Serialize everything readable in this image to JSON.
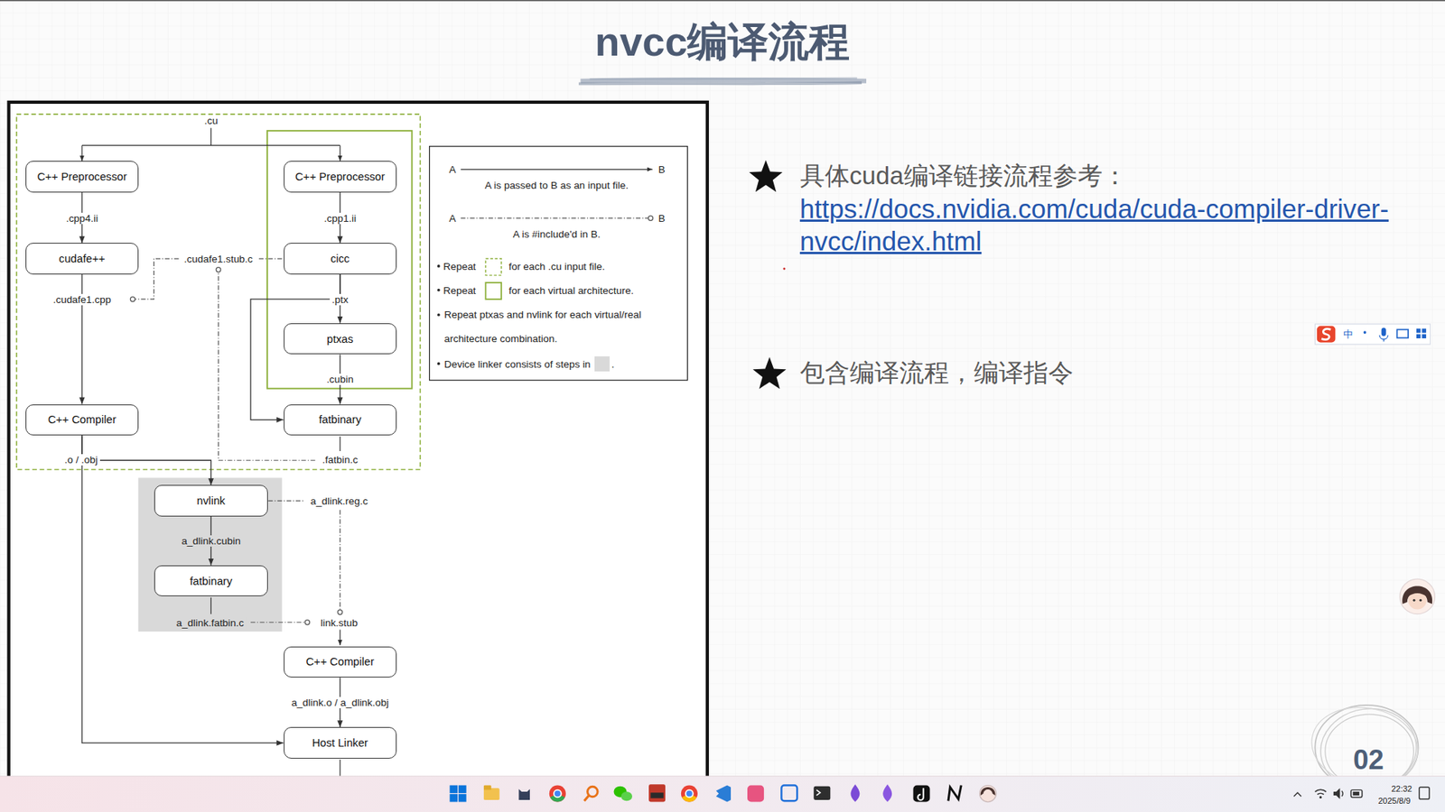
{
  "diagram": {
    "title": "nvcc编译流程",
    "nodes": [
      {
        "text": [
          "C++ Preprocessor"
        ]
      },
      {
        "text": [
          "C++ Preprocessor"
        ]
      },
      {
        "text": [
          "cudafe++"
        ]
      },
      {
        "text": [
          "cicc"
        ]
      },
      {
        "text": [
          "ptxas"
        ]
      },
      {
        "text": [
          "C++ Compiler"
        ]
      },
      {
        "text": [
          "fatbinary"
        ]
      },
      {
        "text": [
          "nvlink"
        ]
      },
      {
        "text": [
          "fatbinary"
        ]
      },
      {
        "text": [
          "C++ Compiler"
        ]
      },
      {
        "text": [
          "Host Linker"
        ]
      }
    ],
    "edges": [
      {
        "from": 0,
        "to": 2,
        "label": ".cpp4.ii",
        "arrow": "to"
      },
      {
        "from": 1,
        "to": 3,
        "label": ".cpp1.ii",
        "arrow": "to"
      },
      {
        "from": 2,
        "to": 5,
        "label": ".cudafe1.cpp",
        "arrow": "to"
      },
      {
        "from": 3,
        "to": 4,
        "label": ".ptx",
        "arrow": "to"
      },
      {
        "from": 3,
        "to": 6,
        "arrow": "to"
      },
      {
        "from": 4,
        "to": 6,
        "label": ".cubin",
        "arrow": "to"
      },
      {
        "from": 5,
        "to": 10,
        "label": ".o / .obj",
        "arrow": "to"
      },
      {
        "from": 5,
        "to": 7,
        "arrow": "to"
      },
      {
        "from": 7,
        "to": 8,
        "label": "a_dlink.cubin",
        "arrow": "to"
      },
      {
        "from": 9,
        "to": 10,
        "label": "a_dlink.o / a_dlink.obj",
        "arrow": "to"
      }
    ],
    "labels": [
      ".cu",
      ".cudafe1.stub.c",
      ".fatbin.c",
      "a_dlink.reg.c",
      "a_dlink.fatbin.c",
      "link.stub",
      "A",
      "B",
      "A",
      "B",
      "Repeat",
      "Repeat",
      "Repeat ptxas and nvlink for each virtual/real architecture combination.",
      ".",
      "具体cuda编译链接流程参考：",
      "https://docs.nvidia.com/cuda/cuda-compiler-driver-nvcc/index.html",
      "包含编译流程，编译指令",
      "中",
      "02",
      "22:32",
      "2025/8/9"
    ],
    "legend": [
      {
        "text": "A is passed to B as an input file."
      },
      {
        "text": "A is #include'd in B."
      },
      {
        "text": "for each .cu input file."
      },
      {
        "text": "for each virtual architecture."
      },
      {
        "text": "Device linker consists of steps in",
        "color": "#d9d9d9"
      }
    ]
  }
}
